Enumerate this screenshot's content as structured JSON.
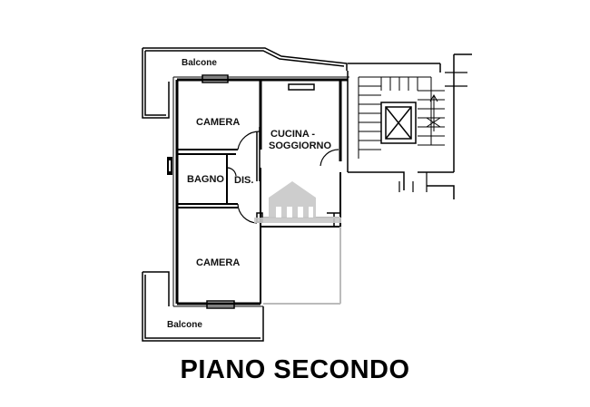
{
  "plan": {
    "rooms": {
      "balcone_top": "Balcone",
      "camera_top": "CAMERA",
      "cucina_line1": "CUCINA -",
      "cucina_line2": "SOGGIORNO",
      "bagno": "BAGNO",
      "dis": "DIS.",
      "camera_bottom": "CAMERA",
      "balcone_bottom": "Balcone"
    },
    "title": "PIANO SECONDO"
  },
  "colors": {
    "wall": "#000000",
    "wall_light": "#bbbbbb",
    "watermark": "#c8c8c8",
    "background": "#ffffff"
  }
}
